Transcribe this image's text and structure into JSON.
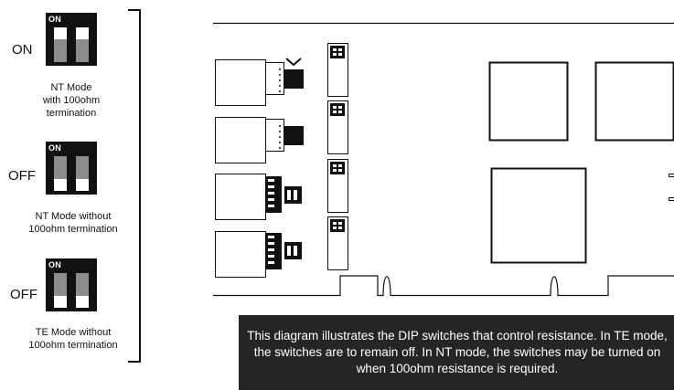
{
  "switches": [
    {
      "state_label": "ON",
      "switch_text": "ON",
      "caption_line1": "NT Mode",
      "caption_line2": "with 100ohm",
      "caption_line3": "termination"
    },
    {
      "state_label": "OFF",
      "switch_text": "ON",
      "caption_line1": "NT Mode without",
      "caption_line2": "100ohm termination"
    },
    {
      "state_label": "OFF",
      "switch_text": "ON",
      "caption_line1": "TE Mode without",
      "caption_line2": "100ohm termination"
    }
  ],
  "note": {
    "text": "This diagram illustrates the DIP switches that control resistance. In TE mode, the switches are to remain off. In NT mode, the switches may be turned on when 100ohm resistance is required."
  }
}
